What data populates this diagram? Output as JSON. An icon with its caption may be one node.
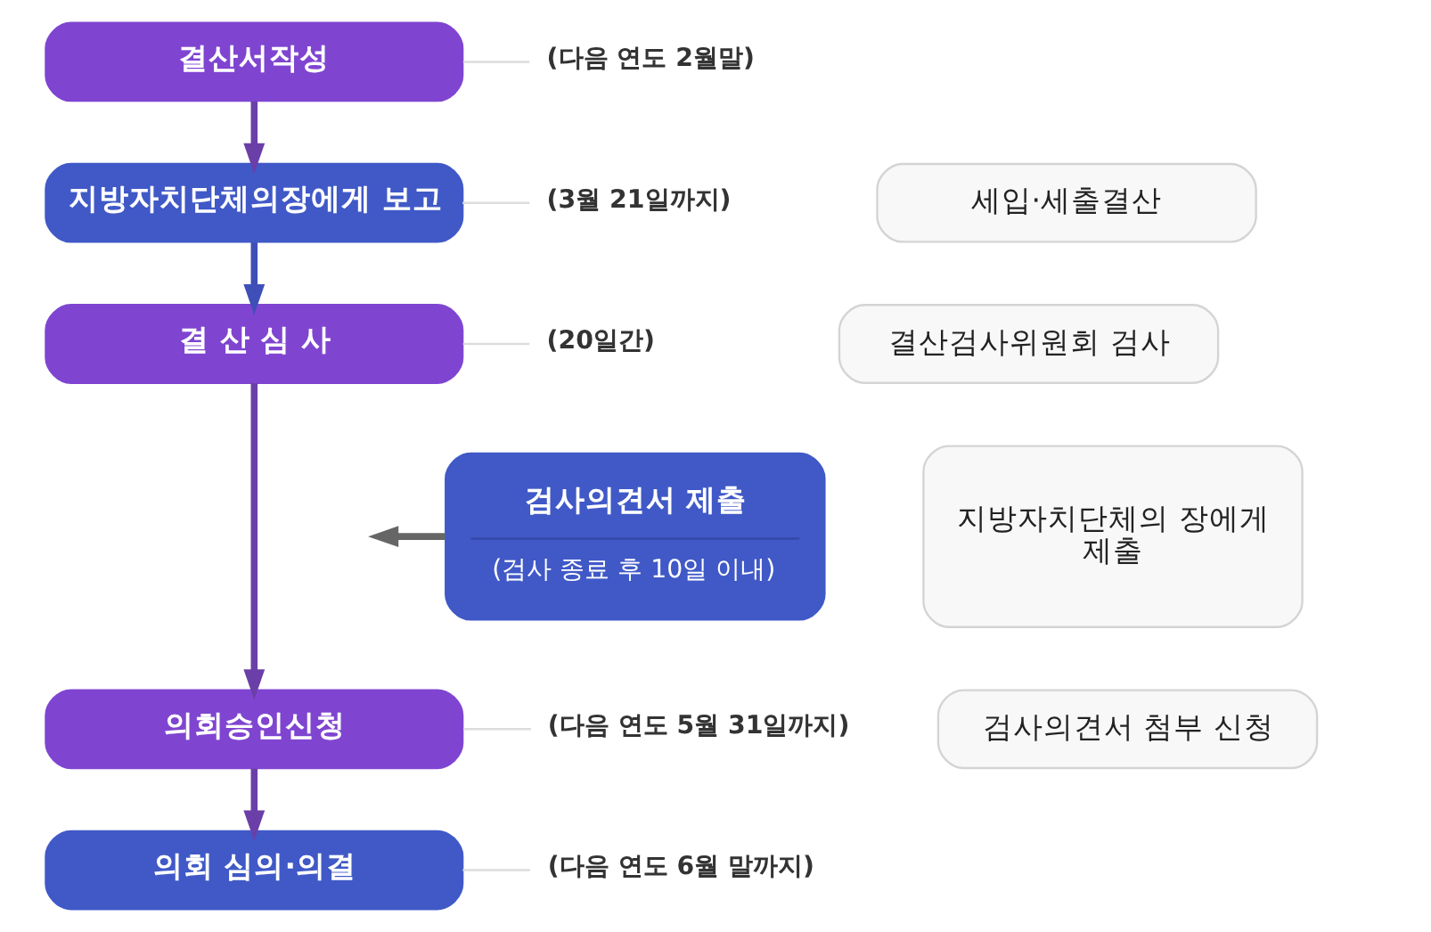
{
  "diagram": {
    "nodes": [
      {
        "text": [
          "결산서작성"
        ]
      },
      {
        "text": [
          "(다음 연도 2월말)"
        ]
      },
      {
        "text": [
          "지방자치단체의장에게 보고"
        ]
      },
      {
        "text": [
          "(3월 21일까지)"
        ]
      },
      {
        "text": [
          "세입·세출결산"
        ]
      },
      {
        "text": [
          "결 산 심 사"
        ]
      },
      {
        "text": [
          "(20일간)"
        ]
      },
      {
        "text": [
          "결산검사위원회 검사"
        ]
      },
      {
        "text": [
          "검사의견서 제출",
          "(검사 종료 후 10일 이내)"
        ]
      },
      {
        "text": [
          "지방자치단체의 장에게 제출"
        ]
      },
      {
        "text": [
          "의회승인신청"
        ]
      },
      {
        "text": [
          "(다음 연도 5월 31일까지)"
        ]
      },
      {
        "text": [
          "검사의견서 첨부 신청"
        ]
      },
      {
        "text": [
          "의회 심의·의결"
        ]
      },
      {
        "text": [
          "(다음 연도 6월 말까지)"
        ]
      }
    ],
    "edges": [
      {
        "from": 0,
        "to": 1,
        "arrow": "none",
        "color": "#dddddd"
      },
      {
        "from": 0,
        "to": 2,
        "arrow": "to",
        "style": "thick",
        "color": "#6b3fa8"
      },
      {
        "from": 2,
        "to": 3,
        "arrow": "none",
        "color": "#dddddd"
      },
      {
        "from": 2,
        "to": 5,
        "arrow": "to",
        "style": "thick",
        "color": "#3f4fb8"
      },
      {
        "from": 5,
        "to": 6,
        "arrow": "none",
        "color": "#dddddd"
      },
      {
        "from": 5,
        "to": 10,
        "arrow": "to",
        "style": "thick",
        "color": "#6b3fa8"
      },
      {
        "from": 8,
        "to": null,
        "arrow": "to",
        "style": "thick",
        "color": "#666666"
      },
      {
        "from": 10,
        "to": 11,
        "arrow": "none",
        "color": "#dddddd"
      },
      {
        "from": 10,
        "to": 13,
        "arrow": "to",
        "style": "thick",
        "color": "#6b3fa8"
      },
      {
        "from": 13,
        "to": 14,
        "arrow": "none",
        "color": "#dddddd"
      }
    ]
  }
}
